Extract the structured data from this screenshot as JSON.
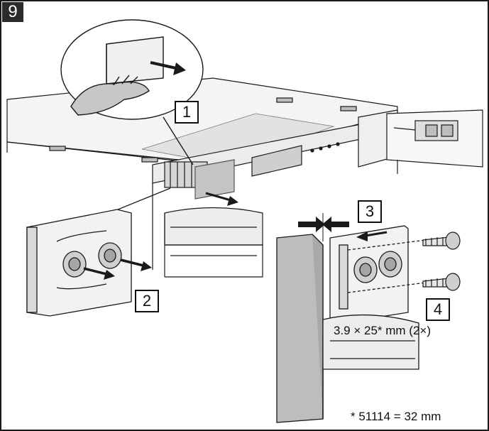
{
  "step_number": "9",
  "callouts": {
    "c1": "1",
    "c2": "2",
    "c3": "3",
    "c4": "4"
  },
  "screw_spec": "3.9 × 25* mm (2×)",
  "footnote": "* 51114 = 32 mm",
  "colors": {
    "line": "#1a1a1a",
    "shade": "#bdbdbd",
    "panel": "#d6d6d6",
    "badge": "#2b2b2b"
  }
}
